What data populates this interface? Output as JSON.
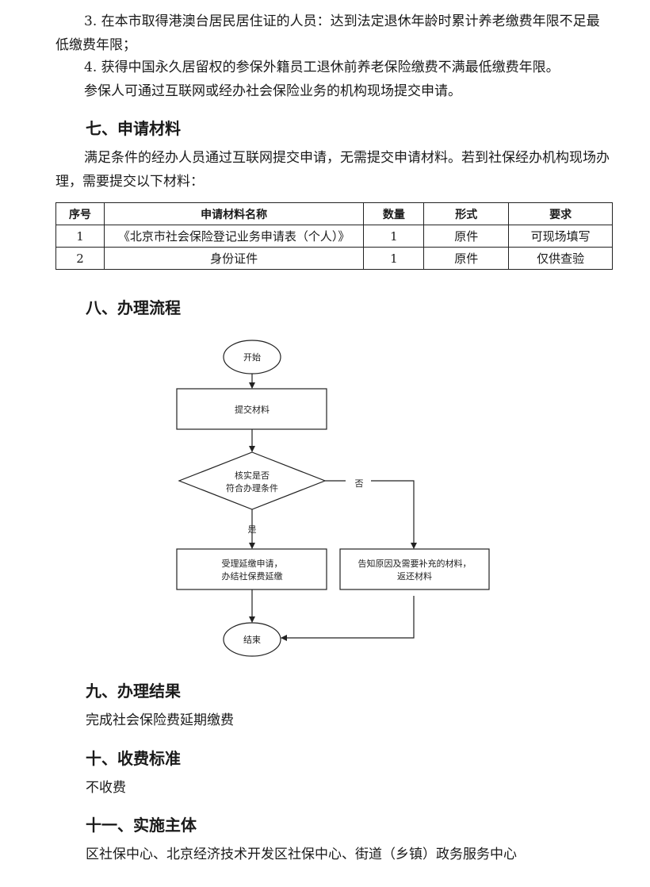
{
  "conditions": {
    "item3": "3. 在本市取得港澳台居民居住证的人员：达到法定退休年龄时累计养老缴费年限不足最低缴费年限；",
    "item4": "4. 获得中国永久居留权的参保外籍员工退休前养老保险缴费不满最低缴费年限。",
    "submit_note": "参保人可通过互联网或经办社会保险业务的机构现场提交申请。"
  },
  "section7": {
    "heading": "七、申请材料",
    "intro": "满足条件的经办人员通过互联网提交申请，无需提交申请材料。若到社保经办机构现场办理，需要提交以下材料：",
    "table": {
      "headers": [
        "序号",
        "申请材料名称",
        "数量",
        "形式",
        "要求"
      ],
      "rows": [
        [
          "1",
          "《北京市社会保险登记业务申请表（个人）》",
          "1",
          "原件",
          "可现场填写"
        ],
        [
          "2",
          "身份证件",
          "1",
          "原件",
          "仅供查验"
        ]
      ]
    }
  },
  "section8": {
    "heading": "八、办理流程",
    "flow": {
      "start": "开始",
      "submit": "提交材料",
      "decision_line1": "核实是否",
      "decision_line2": "符合办理条件",
      "yes": "是",
      "no": "否",
      "accept_line1": "受理延缴申请，",
      "accept_line2": "办结社保费延缴",
      "reject_line1": "告知原因及需要补充的材料，",
      "reject_line2": "返还材料",
      "end": "结束"
    }
  },
  "section9": {
    "heading": "九、办理结果",
    "text": "完成社会保险费延期缴费"
  },
  "section10": {
    "heading": "十、收费标准",
    "text": "不收费"
  },
  "section11": {
    "heading": "十一、实施主体",
    "text": "区社保中心、北京经济技术开发区社保中心、街道（乡镇）政务服务中心"
  }
}
